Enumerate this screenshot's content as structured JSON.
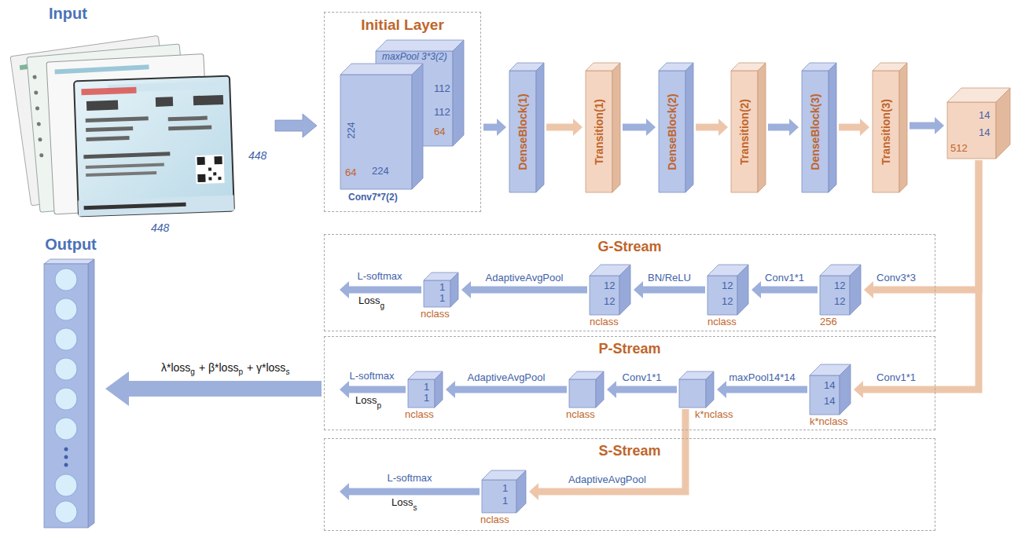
{
  "diagram": {
    "nodes": [
      {
        "text": [
          "Initial Layer"
        ]
      },
      {
        "text": [
          "224",
          "224",
          "64",
          "Conv7*7(2)"
        ],
        "in": 0
      },
      {
        "text": [
          "maxPool 3*3(2)",
          "112",
          "112",
          "64"
        ],
        "in": 0
      },
      {
        "text": [
          "DenseBlock(1)"
        ]
      },
      {
        "text": [
          "Transition(1)"
        ]
      },
      {
        "text": [
          "DenseBlock(2)"
        ]
      },
      {
        "text": [
          "Transition(2)"
        ]
      },
      {
        "text": [
          "DenseBlock(3)"
        ]
      },
      {
        "text": [
          "Transition(3)"
        ]
      },
      {
        "text": [
          "14",
          "14",
          "512"
        ]
      },
      {
        "text": [
          "G-Stream"
        ]
      },
      {
        "text": [
          "1",
          "1",
          "nclass"
        ],
        "in": 10
      },
      {
        "text": [
          "12",
          "12",
          "nclass"
        ],
        "in": 10
      },
      {
        "text": [
          "12",
          "12",
          "nclass"
        ],
        "in": 10
      },
      {
        "text": [
          "12",
          "12",
          "256"
        ],
        "in": 10
      },
      {
        "text": [
          "P-Stream"
        ]
      },
      {
        "text": [
          "1",
          "1",
          "nclass"
        ],
        "in": 15
      },
      {
        "text": [
          "nclass"
        ],
        "in": 15
      },
      {
        "text": [
          "k*nclass"
        ],
        "in": 15
      },
      {
        "text": [
          "14",
          "14",
          "k*nclass"
        ],
        "in": 15
      },
      {
        "text": [
          "S-Stream"
        ]
      },
      {
        "text": [
          "1",
          "1",
          "nclass"
        ],
        "in": 20
      },
      {
        "text": [
          "Output"
        ]
      }
    ],
    "edges": [
      {
        "from": 0,
        "to": 3,
        "arrow": "to"
      },
      {
        "from": 3,
        "to": 4,
        "arrow": "to"
      },
      {
        "from": 4,
        "to": 5,
        "arrow": "to"
      },
      {
        "from": 5,
        "to": 6,
        "arrow": "to"
      },
      {
        "from": 6,
        "to": 7,
        "arrow": "to"
      },
      {
        "from": 7,
        "to": 8,
        "arrow": "to"
      },
      {
        "from": 8,
        "to": 9,
        "arrow": "to"
      },
      {
        "from": 9,
        "to": 14,
        "arrow": "to",
        "label": "Conv3*3"
      },
      {
        "from": 14,
        "to": 13,
        "arrow": "to",
        "label": "Conv1*1"
      },
      {
        "from": 13,
        "to": 12,
        "arrow": "to",
        "label": "BN/ReLU"
      },
      {
        "from": 12,
        "to": 11,
        "arrow": "to",
        "label": "AdaptiveAvgPool"
      },
      {
        "from": 9,
        "to": 19,
        "arrow": "to",
        "label": "Conv1*1"
      },
      {
        "from": 19,
        "to": 18,
        "arrow": "to",
        "label": "maxPool14*14"
      },
      {
        "from": 18,
        "to": 17,
        "arrow": "to",
        "label": "Conv1*1"
      },
      {
        "from": 17,
        "to": 16,
        "arrow": "to",
        "label": "AdaptiveAvgPool"
      },
      {
        "from": 18,
        "to": 21,
        "arrow": "to",
        "label": "AdaptiveAvgPool"
      },
      {
        "from": 15,
        "to": 22,
        "arrow": "to"
      }
    ],
    "labels": [
      "Input",
      "448",
      "448",
      "L-softmax",
      "Loss",
      "g",
      "L-softmax",
      "Loss",
      "p",
      "L-softmax",
      "Loss",
      "s",
      "λ*loss",
      "g",
      "+ β*loss",
      "p",
      "+ γ*loss",
      "s"
    ]
  }
}
